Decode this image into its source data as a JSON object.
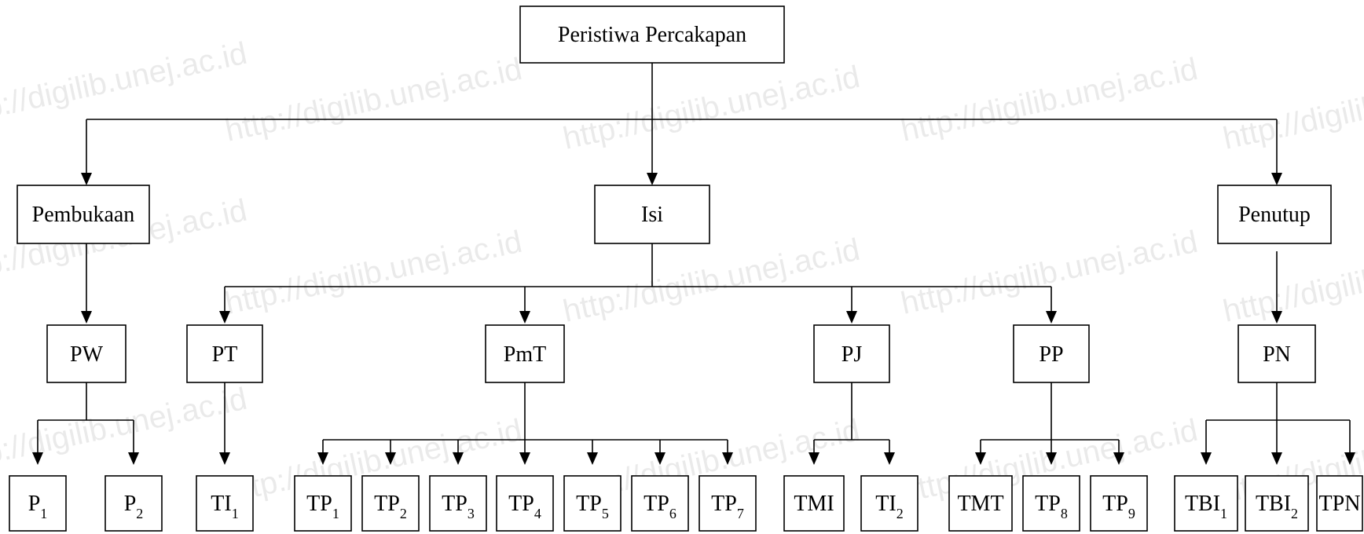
{
  "diagram": {
    "watermark_text": "http://digilib.unej.ac.id",
    "root": "Peristiwa Percakapan",
    "sections": {
      "opening": "Pembukaan",
      "content": "Isi",
      "closing": "Penutup"
    },
    "subsections": {
      "pw": "PW",
      "pt": "PT",
      "pmt": "PmT",
      "pj": "PJ",
      "pp": "PP",
      "pn": "PN"
    },
    "leaves": [
      {
        "base": "P",
        "sub": "1"
      },
      {
        "base": "P",
        "sub": "2"
      },
      {
        "base": "TI",
        "sub": "1"
      },
      {
        "base": "TP",
        "sub": "1"
      },
      {
        "base": "TP",
        "sub": "2"
      },
      {
        "base": "TP",
        "sub": "3"
      },
      {
        "base": "TP",
        "sub": "4"
      },
      {
        "base": "TP",
        "sub": "5"
      },
      {
        "base": "TP",
        "sub": "6"
      },
      {
        "base": "TP",
        "sub": "7"
      },
      {
        "base": "TMI",
        "sub": ""
      },
      {
        "base": "TI",
        "sub": "2"
      },
      {
        "base": "TMT",
        "sub": ""
      },
      {
        "base": "TP",
        "sub": "8"
      },
      {
        "base": "TP",
        "sub": "9"
      },
      {
        "base": "TBI",
        "sub": "1"
      },
      {
        "base": "TBI",
        "sub": "2"
      },
      {
        "base": "TPN",
        "sub": ""
      }
    ]
  }
}
